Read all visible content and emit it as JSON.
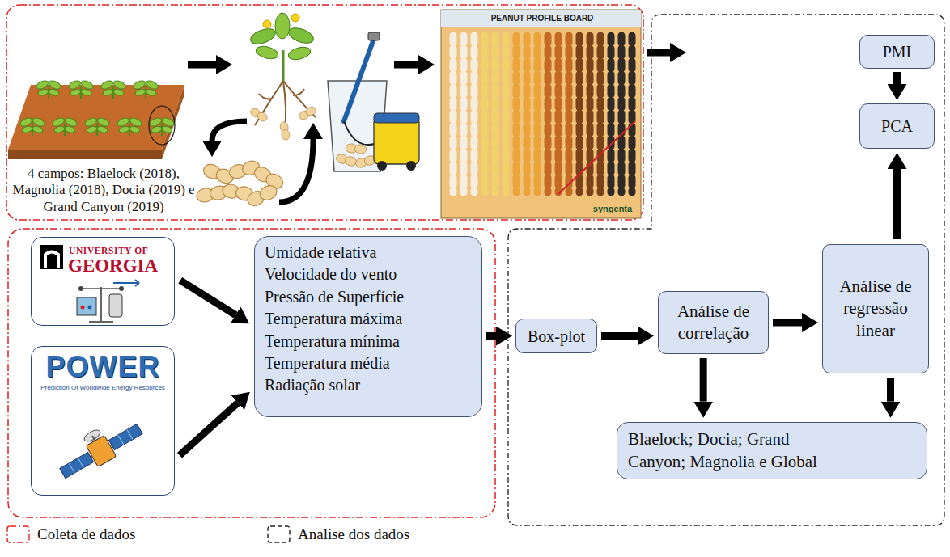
{
  "diagram": {
    "nodes": [
      {
        "text": [
          "PMI"
        ]
      },
      {
        "text": [
          "PCA"
        ]
      },
      {
        "text": [
          "UNIVERSITY OF",
          "GEORGIA"
        ]
      },
      {
        "text": [
          "POWER",
          "Prediction Of Worldwide Energy Resources"
        ]
      },
      {
        "text": [
          "Umidade relativa",
          "Velocidade do vento",
          "Pressão de Superfície",
          "Temperatura máxima",
          "Temperatura mínima",
          "Temperatura média",
          "Radiação solar"
        ]
      },
      {
        "text": [
          "Box-plot"
        ]
      },
      {
        "text": [
          "Análise de correlação"
        ]
      },
      {
        "text": [
          "Análise de regressão linear"
        ]
      },
      {
        "text": [
          "Blaelock; Docia; Grand Canyon; Magnolia e Global"
        ]
      }
    ],
    "edges": [
      {
        "from": 2,
        "to": 4,
        "arrow": "to"
      },
      {
        "from": 3,
        "to": 4,
        "arrow": "to"
      },
      {
        "from": 4,
        "to": 5,
        "arrow": "to"
      },
      {
        "from": 5,
        "to": 6,
        "arrow": "to"
      },
      {
        "from": 6,
        "to": 7,
        "arrow": "to"
      },
      {
        "from": 7,
        "to": 1,
        "arrow": "to"
      },
      {
        "from": 0,
        "to": 1,
        "arrow": "to"
      },
      {
        "from": 6,
        "to": 8,
        "arrow": "to"
      },
      {
        "from": 7,
        "to": 8,
        "arrow": "to"
      }
    ],
    "labels": [
      "4 campos: Blaelock (2018), Magnolia (2018), Docia (2019) e Grand Canyon (2019)",
      "PEANUT PROFILE BOARD",
      "syngenta"
    ],
    "legend": [
      {
        "text": "Coleta de dados"
      },
      {
        "text": "Analise dos dados"
      }
    ]
  }
}
